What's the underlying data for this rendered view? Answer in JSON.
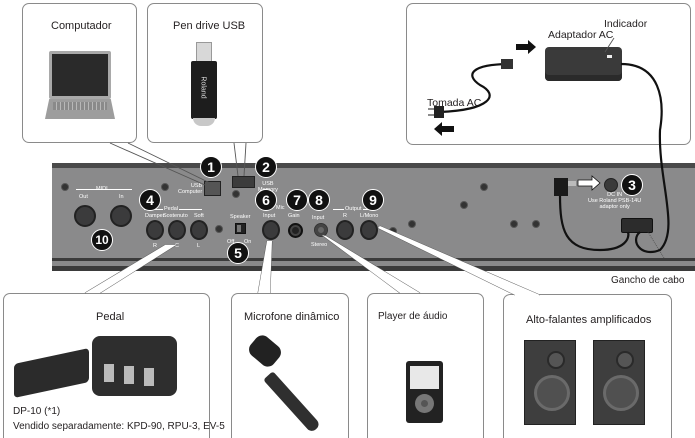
{
  "devices": {
    "computer": {
      "label": "Computador"
    },
    "usb_flash": {
      "label": "Pen drive USB",
      "brand": "Roland"
    },
    "ac_adapter": {
      "label": "Adaptador AC",
      "indicator_label": "Indicador",
      "outlet_label": "Tomada AC"
    },
    "pedal": {
      "label": "Pedal",
      "model_note": "DP-10 (*1)",
      "sold_separately": "Vendido separadamente: KPD-90, RPU-3, EV-5"
    },
    "microphone": {
      "label": "Microfone dinâmico"
    },
    "audio_player": {
      "label": "Player de áudio"
    },
    "speakers": {
      "label": "Alto-falantes amplificados"
    },
    "cable_hook": {
      "label": "Gancho de cabo"
    }
  },
  "panel": {
    "midi_label": "MIDI",
    "midi_out": "Out",
    "midi_in": "In",
    "pedal_label": "Pedal",
    "pedal_damper": "Damper",
    "pedal_sostenuto": "Sostenuto",
    "pedal_soft": "Soft",
    "pedal_r": "R",
    "pedal_c": "C",
    "pedal_l": "L",
    "usb_computer_1": "USB",
    "usb_computer_2": "Computer",
    "usb_memory_1": "USB",
    "usb_memory_2": "Memory",
    "speaker_label": "Speaker",
    "speaker_off": "Off",
    "speaker_on": "On",
    "mic_label": "Mic",
    "mic_input": "Input",
    "mic_gain": "Gain",
    "stereo_input": "Input",
    "stereo_label": "Stereo",
    "output_label": "Output",
    "output_r": "R",
    "output_l": "L/Mono",
    "dc_in_1": "DC IN",
    "dc_in_2": "Use Roland PSB-14U",
    "dc_in_3": "adaptor only"
  },
  "badges": [
    "1",
    "2",
    "3",
    "4",
    "5",
    "6",
    "7",
    "8",
    "9",
    "10"
  ]
}
